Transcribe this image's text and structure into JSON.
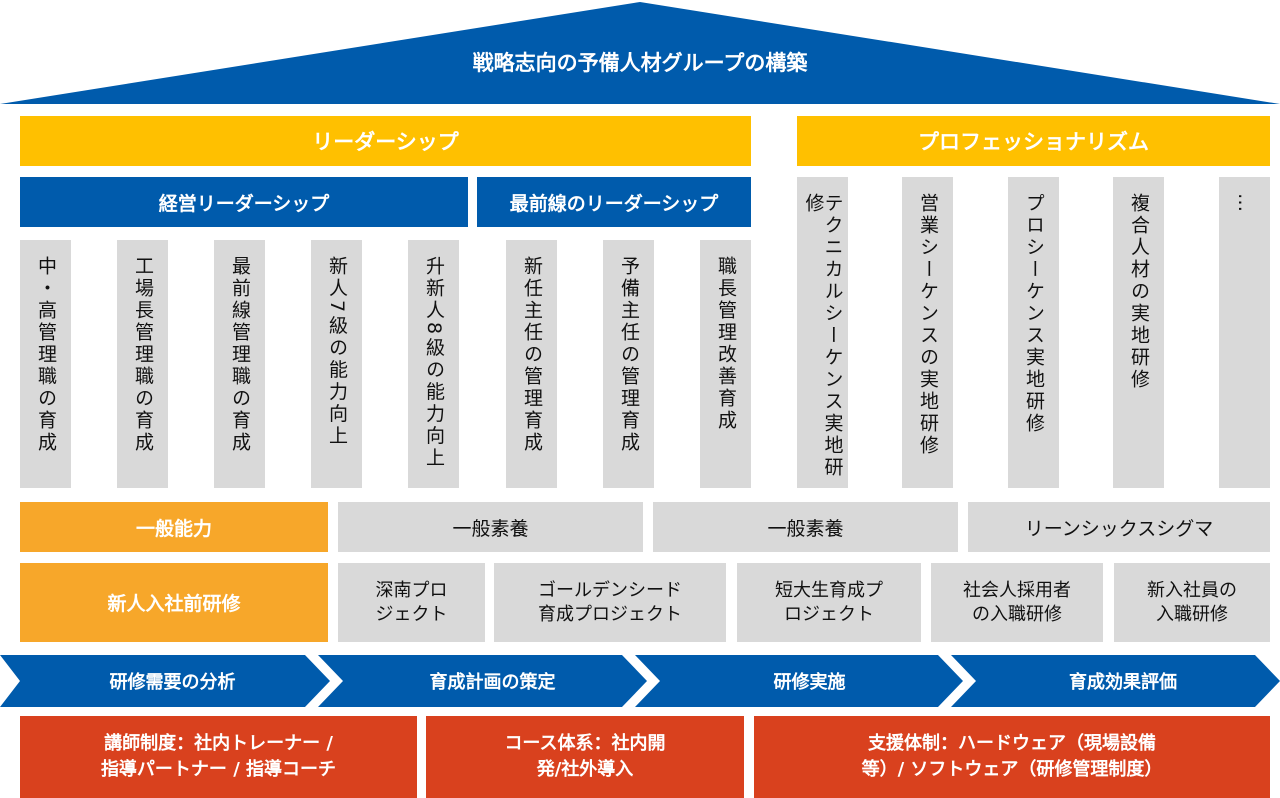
{
  "roof": {
    "title": "戦略志向の予備人材グループの構築"
  },
  "leadership": {
    "title": "リーダーシップ",
    "management": {
      "title": "経営リーダーシップ",
      "columns": [
        "中・高管理職の育成",
        "工場長管理職の育成",
        "最前線管理職の育成",
        "新人7級の能力向上",
        "升新人8級の能力向上"
      ]
    },
    "frontline": {
      "title": "最前線のリーダーシップ",
      "columns": [
        "新任主任の管理育成",
        "予備主任の管理育成",
        "職長管理改善育成"
      ]
    }
  },
  "professionalism": {
    "title": "プロフェッショナリズム",
    "columns": [
      "テクニカルシーケンス実地研修",
      "営業シーケンスの実地研修",
      "プロシーケンス実地研修",
      "複合人材の実地研修",
      "…"
    ]
  },
  "general": {
    "ability": "一般能力",
    "culture1": "一般素養",
    "culture2": "一般素養",
    "lean": "リーンシックスシグマ"
  },
  "programs": {
    "pre_join": "新人入社前研修",
    "items": [
      {
        "l1": "深南プロ",
        "l2": "ジェクト"
      },
      {
        "l1": "ゴールデンシード",
        "l2": "育成プロジェクト"
      },
      {
        "l1": "短大生育成プ",
        "l2": "ロジェクト"
      },
      {
        "l1": "社会人採用者",
        "l2": "の入職研修"
      },
      {
        "l1": "新入社員の",
        "l2": "入職研修"
      }
    ]
  },
  "process": [
    "研修需要の分析",
    "育成計画の策定",
    "研修実施",
    "育成効果評価"
  ],
  "support": [
    {
      "l1": "講師制度：社内トレーナー /",
      "l2": "指導パートナー / 指導コーチ"
    },
    {
      "l1": "コース体系：社内開",
      "l2": "発/社外導入"
    },
    {
      "l1": "支援体制：ハードウェア（現場設備",
      "l2": "等）/ ソフトウェア（研修管理制度）"
    }
  ],
  "colors": {
    "blue": "#005BAC",
    "yellow": "#FFC000",
    "orange": "#F7A72A",
    "gray": "#D9D9D9",
    "red": "#D9411E"
  }
}
